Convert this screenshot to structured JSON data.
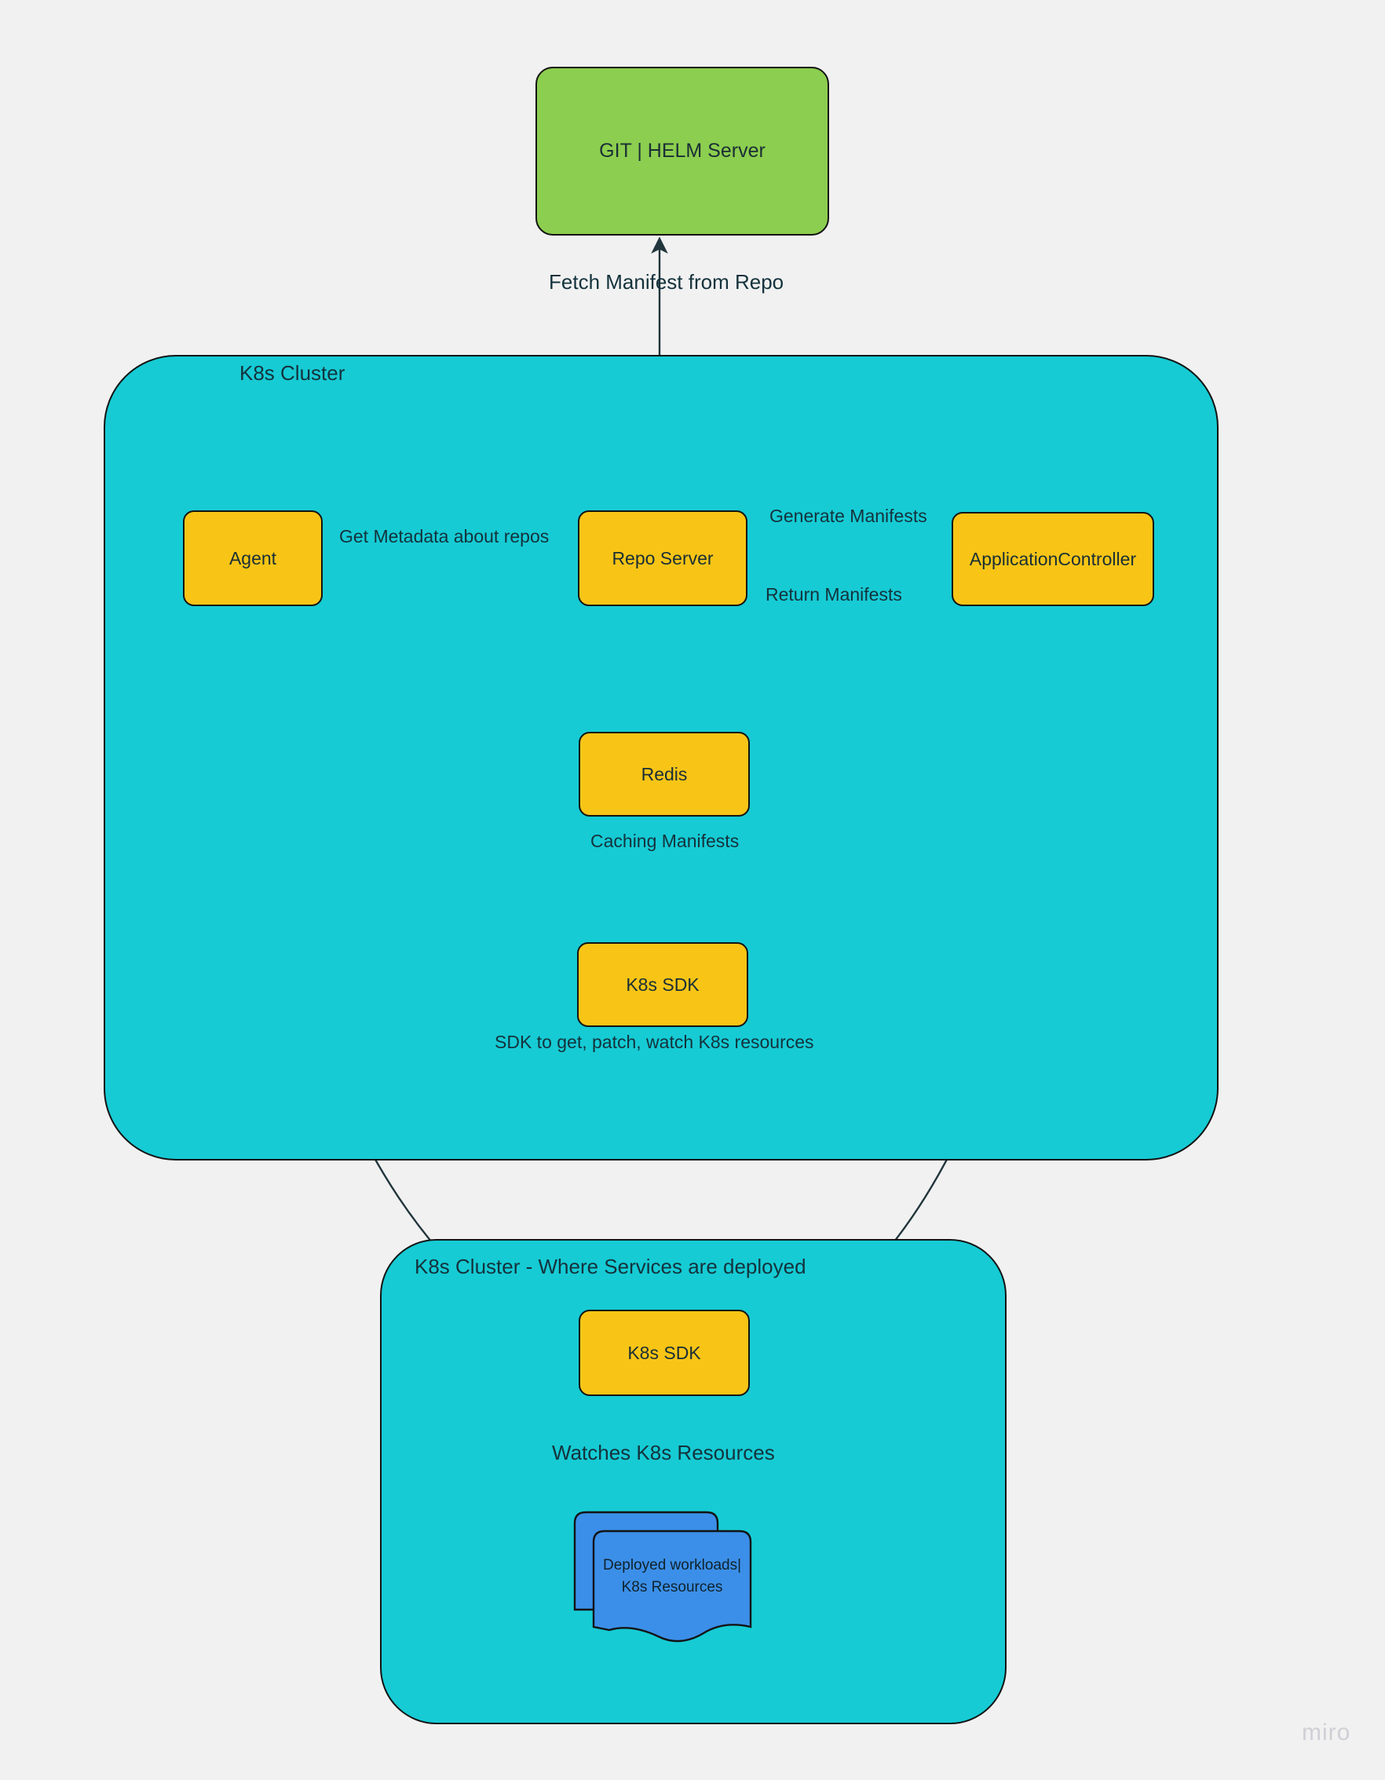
{
  "canvas": {
    "background_color": "#f1f1f1",
    "watermark": "miro"
  },
  "palette": {
    "external_node": "#8CCE4F",
    "cluster": "#16CBD4",
    "component_node": "#F8C516",
    "workload_node": "#3B8FE8",
    "stroke": "#131313",
    "text": "#14323c"
  },
  "nodes": {
    "git_helm_server": {
      "label": "GIT | HELM Server"
    },
    "agent": {
      "label": "Agent"
    },
    "repo_server": {
      "label": "Repo Server"
    },
    "application_controller": {
      "label": "ApplicationController"
    },
    "redis": {
      "label": "Redis"
    },
    "k8s_sdk_control": {
      "label": "K8s SDK"
    },
    "k8s_sdk_workload": {
      "label": "K8s SDK"
    },
    "deployed_workloads": {
      "line1": "Deployed workloads|",
      "line2": "K8s Resources"
    }
  },
  "clusters": {
    "control_plane": {
      "title": "K8s Cluster"
    },
    "workload_plane": {
      "title": "K8s Cluster - Where Services are deployed"
    }
  },
  "edge_labels": {
    "fetch_manifest": "Fetch Manifest from Repo",
    "get_metadata": "Get Metadata about repos",
    "generate_manifests": "Generate Manifests",
    "return_manifests": "Return Manifests",
    "caching_manifests": "Caching Manifests",
    "sdk_description": "SDK to get, patch, watch K8s resources",
    "watches_resources": "Watches K8s Resources"
  },
  "chart_data": {
    "type": "diagram",
    "title": "ArgoCD style GitOps architecture",
    "nodes": [
      {
        "id": "git_helm_server",
        "label": "GIT | HELM Server",
        "group": "external",
        "color": "#8CCE4F"
      },
      {
        "id": "agent",
        "label": "Agent",
        "group": "control_plane",
        "color": "#F8C516"
      },
      {
        "id": "repo_server",
        "label": "Repo Server",
        "group": "control_plane",
        "color": "#F8C516"
      },
      {
        "id": "application_controller",
        "label": "ApplicationController",
        "group": "control_plane",
        "color": "#F8C516"
      },
      {
        "id": "redis",
        "label": "Redis",
        "group": "control_plane",
        "color": "#F8C516"
      },
      {
        "id": "k8s_sdk_control",
        "label": "K8s SDK",
        "group": "control_plane",
        "color": "#F8C516"
      },
      {
        "id": "k8s_sdk_workload",
        "label": "K8s SDK",
        "group": "workload_plane",
        "color": "#F8C516"
      },
      {
        "id": "deployed_workloads",
        "label": "Deployed workloads| K8s Resources",
        "group": "workload_plane",
        "color": "#3B8FE8"
      }
    ],
    "edges": [
      {
        "from": "repo_server",
        "to": "git_helm_server",
        "label": "Fetch Manifest from Repo"
      },
      {
        "from": "agent",
        "to": "repo_server",
        "label": "Get Metadata about repos"
      },
      {
        "from": "application_controller",
        "to": "repo_server",
        "label": "Generate Manifests"
      },
      {
        "from": "repo_server",
        "to": "application_controller",
        "label": "Return Manifests"
      },
      {
        "from": "repo_server",
        "to": "redis",
        "label": "Caching Manifests"
      },
      {
        "from": "agent",
        "to": "k8s_sdk_control",
        "label": ""
      },
      {
        "from": "application_controller",
        "to": "k8s_sdk_control",
        "label": ""
      },
      {
        "from": "agent",
        "to": "k8s_sdk_workload",
        "label": ""
      },
      {
        "from": "application_controller",
        "to": "k8s_sdk_workload",
        "label": ""
      },
      {
        "from": "k8s_sdk_workload",
        "to": "deployed_workloads",
        "label": "Watches K8s Resources"
      }
    ]
  }
}
